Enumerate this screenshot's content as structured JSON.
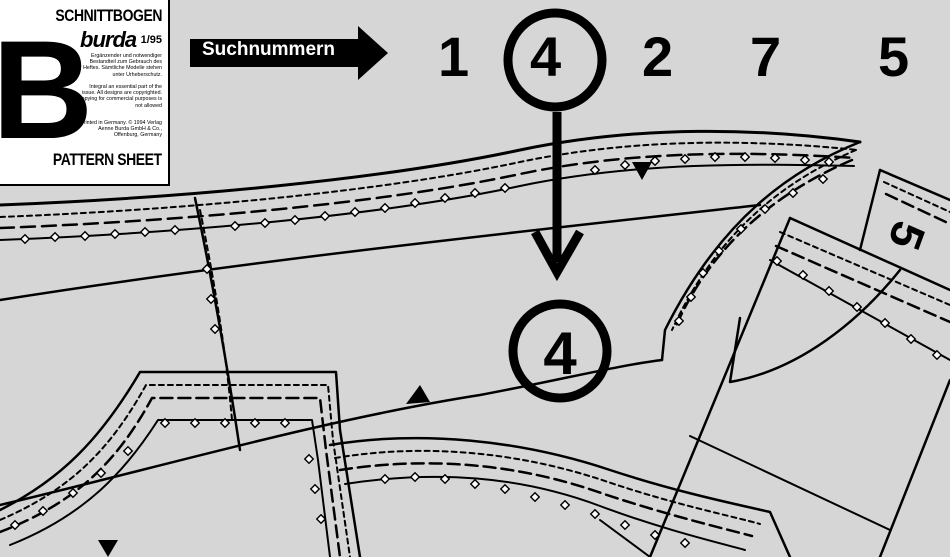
{
  "label": {
    "letter": "B",
    "title_top": "SCHNITTBOGEN",
    "brand": "burda",
    "issue": "1/95",
    "text_de": "Ergänzender und notwendiger Bestandteil zum Gebrauch des Heftes. Sämtliche Modelle stehen unter Urheberschutz.",
    "text_en": "Integral an essential part of the issue. All designs are copyrighted. Copying for commercial purposes is not allowed",
    "text_copyright": "Printed in Germany. © 1994 Verlag Aenne Burda GmbH & Co., Offenburg, Germany",
    "title_bottom": "PATTERN SHEET"
  },
  "search": {
    "label": "Suchnummern",
    "numbers": [
      "1",
      "4",
      "2",
      "7",
      "5"
    ],
    "highlighted": "4"
  },
  "pieces": {
    "main_piece_number": "4",
    "side_piece_number": "5"
  },
  "colors": {
    "background": "#d6d6d6",
    "ink": "#000000",
    "label_bg": "#ffffff"
  }
}
